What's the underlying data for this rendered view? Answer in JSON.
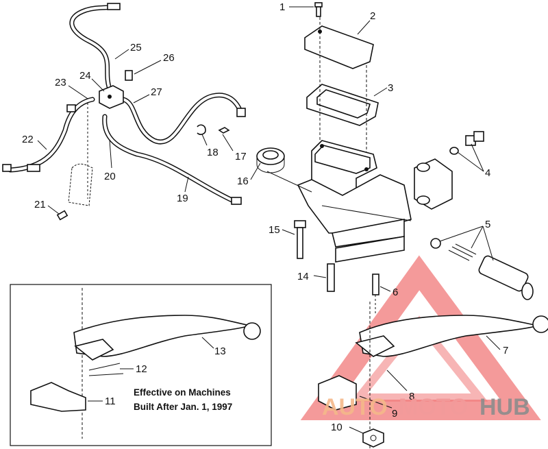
{
  "diagram": {
    "callouts": [
      "1",
      "2",
      "3",
      "4",
      "5",
      "6",
      "7",
      "8",
      "9",
      "10",
      "11",
      "12",
      "13",
      "14",
      "15",
      "16",
      "17",
      "18",
      "19",
      "20",
      "21",
      "22",
      "23",
      "24",
      "25",
      "26",
      "27"
    ],
    "inset_note": {
      "line1": "Effective on Machines",
      "line2": "Built After Jan. 1, 1997"
    },
    "watermark": {
      "part1": "AUTO",
      "part2": "MOTO",
      "part3": "HUB",
      "colors": {
        "auto": "#f5b98a",
        "moto": "#f29a9a",
        "hub": "#8c8c8c",
        "triangle": "#f07878"
      }
    }
  }
}
